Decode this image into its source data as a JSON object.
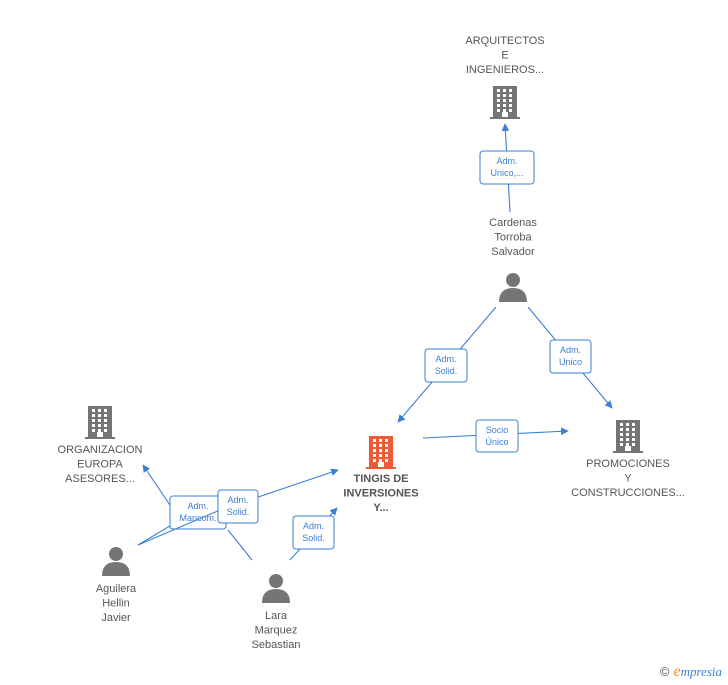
{
  "colors": {
    "edge": "#3a7fd5",
    "company": "#757575",
    "focus_company": "#ef5a34",
    "person": "#757575"
  },
  "nodes": {
    "arquitectos": {
      "kind": "company",
      "icon": "building-icon",
      "label": [
        "ARQUITECTOS",
        "E",
        "INGENIEROS..."
      ]
    },
    "cardenas": {
      "kind": "person",
      "icon": "person-icon",
      "label": [
        "Cardenas",
        "Torroba",
        "Salvador"
      ]
    },
    "tingis": {
      "kind": "focus_company",
      "icon": "building-icon",
      "label": [
        "TINGIS DE",
        "INVERSIONES",
        "Y..."
      ]
    },
    "promociones": {
      "kind": "company",
      "icon": "building-icon",
      "label": [
        "PROMOCIONES",
        "Y",
        "CONSTRUCCIONES..."
      ]
    },
    "organizacion": {
      "kind": "company",
      "icon": "building-icon",
      "label": [
        "ORGANIZACION",
        "EUROPA",
        "ASESORES..."
      ]
    },
    "aguilera": {
      "kind": "person",
      "icon": "person-icon",
      "label": [
        "Aguilera",
        "Hellin",
        "Javier"
      ]
    },
    "lara": {
      "kind": "person",
      "icon": "person-icon",
      "label": [
        "Lara",
        "Marquez",
        "Sebastian"
      ]
    }
  },
  "edges": [
    {
      "id": "cardenas-arquitectos",
      "label": [
        "Adm.",
        "Unico,..."
      ]
    },
    {
      "id": "cardenas-tingis",
      "label": [
        "Adm.",
        "Solid."
      ]
    },
    {
      "id": "cardenas-promociones",
      "label": [
        "Adm.",
        "Unico"
      ]
    },
    {
      "id": "tingis-promociones",
      "label": [
        "Socio",
        "Único"
      ]
    },
    {
      "id": "aguilera-organizacion",
      "label": [
        "Adm.",
        "Mancom."
      ]
    },
    {
      "id": "aguilera-tingis",
      "label": [
        "Adm.",
        "Solid."
      ]
    },
    {
      "id": "lara-tingis",
      "label": [
        "Adm.",
        "Solid."
      ]
    },
    {
      "id": "lara-organizacion",
      "label": []
    }
  ],
  "watermark": {
    "copyright": "©",
    "brand_initial": "e",
    "brand_rest": "mpresia"
  }
}
